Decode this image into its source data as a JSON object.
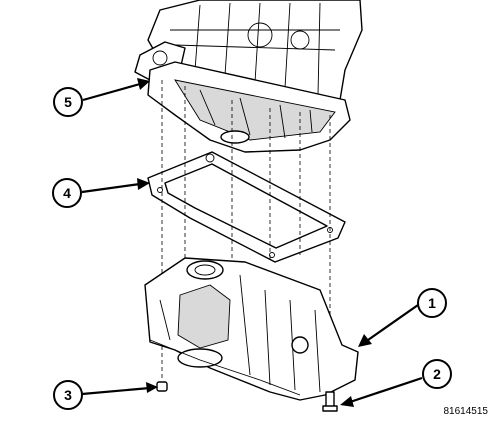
{
  "callouts": [
    {
      "number": "1",
      "part": "oil-pan"
    },
    {
      "number": "2",
      "part": "oil-pan-bolt"
    },
    {
      "number": "3",
      "part": "drain-plug"
    },
    {
      "number": "4",
      "part": "oil-pan-gasket"
    },
    {
      "number": "5",
      "part": "engine-block"
    }
  ],
  "figure_id": "81614515",
  "colors": {
    "line": "#000000",
    "fill": "#ffffff",
    "shade": "#d9d9d9"
  }
}
